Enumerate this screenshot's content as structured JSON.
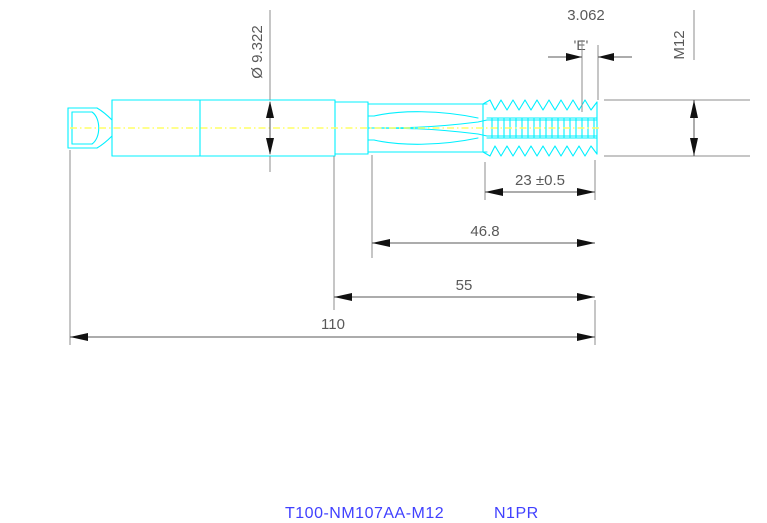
{
  "drawing": {
    "type": "engineering-drawing",
    "subject": "machine tap / threading tap",
    "background_color": "#ffffff",
    "part_color": "#00f0ff",
    "centerline_color": "#ffff66",
    "dimension_color": "#595959",
    "title_color": "#4040ff"
  },
  "dimensions": {
    "diameter": {
      "label": "Ø  9.322",
      "value": 9.322,
      "symbol": "Ø",
      "orientation": "vertical",
      "name": "shank-diameter"
    },
    "chamfer": {
      "label": "3.062",
      "value": 3.062,
      "name": "thread-pitch-detail"
    },
    "detail_marker": {
      "label": "'E'",
      "name": "detail-e-marker"
    },
    "thread_size": {
      "label": "M12",
      "value": "M12",
      "orientation": "vertical",
      "name": "thread-major-diameter"
    },
    "thread_length": {
      "label": "23  ±0.5",
      "value": 23,
      "tolerance": "±0.5",
      "name": "thread-length"
    },
    "length_468": {
      "label": "46.8",
      "value": 46.8,
      "name": "flute-length"
    },
    "length_55": {
      "label": "55",
      "value": 55,
      "name": "body-length"
    },
    "length_110": {
      "label": "110",
      "value": 110,
      "name": "overall-length"
    }
  },
  "title_block": {
    "part_number": "T100-NM107AA-M12",
    "code": "N1PR"
  }
}
